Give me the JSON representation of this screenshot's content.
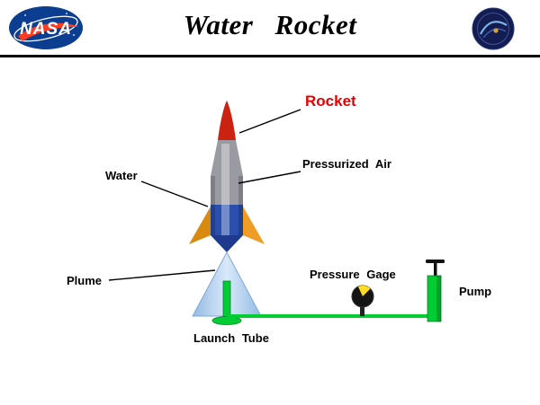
{
  "header": {
    "title": "Water Rocket",
    "nasa_logo_text": "NASA"
  },
  "labels": {
    "rocket": "Rocket",
    "pressurized_air": "Pressurized Air",
    "water": "Water",
    "plume": "Plume",
    "pressure_gage": "Pressure Gage",
    "pump": "Pump",
    "launch_tube": "Launch Tube"
  },
  "colors": {
    "nose_red": "#cc2211",
    "body_gray": "#9a9aa2",
    "water_blue": "#2a4fae",
    "nozzle_blue": "#1d3a8f",
    "fin_orange": "#f09d28",
    "fin_orange_dark": "#d88a10",
    "plume_light": "#d8e9fa",
    "plume_edge": "#94bae4",
    "green": "#00cc33",
    "green_dark": "#009926",
    "gage_black": "#141414",
    "gage_yellow": "#ffdd22",
    "label_red": "#e60000",
    "nasa_blue": "#0b3d91",
    "nasa_red": "#fc3d21"
  }
}
